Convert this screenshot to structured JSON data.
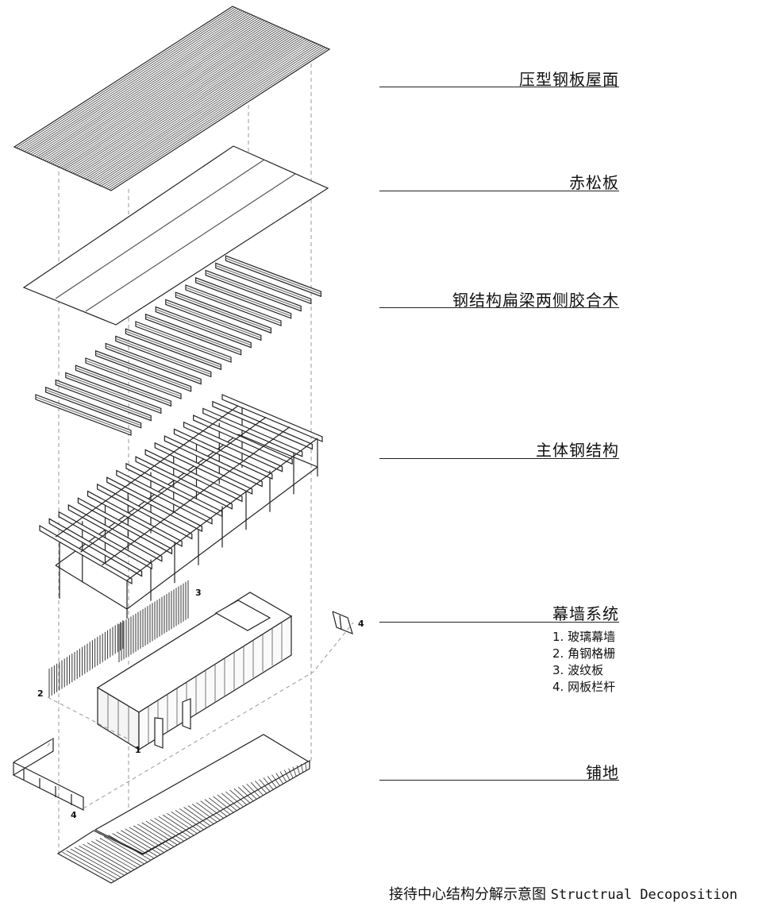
{
  "layers": [
    {
      "label": "压型钢板屋面"
    },
    {
      "label": "赤松板"
    },
    {
      "label": "钢结构扁梁两侧胶合木"
    },
    {
      "label": "主体钢结构"
    },
    {
      "label": "幕墙系统"
    },
    {
      "label": "铺地"
    }
  ],
  "curtain_wall_items": [
    "1. 玻璃幕墙",
    "2. 角钢格栅",
    "3. 波纹板",
    "4. 网板栏杆"
  ],
  "callouts": {
    "n1": "1",
    "n2": "2",
    "n3": "3",
    "n4a": "4",
    "n4b": "4"
  },
  "caption": {
    "cn": "接待中心结构分解示意图",
    "en": "Structrual Decoposition"
  }
}
